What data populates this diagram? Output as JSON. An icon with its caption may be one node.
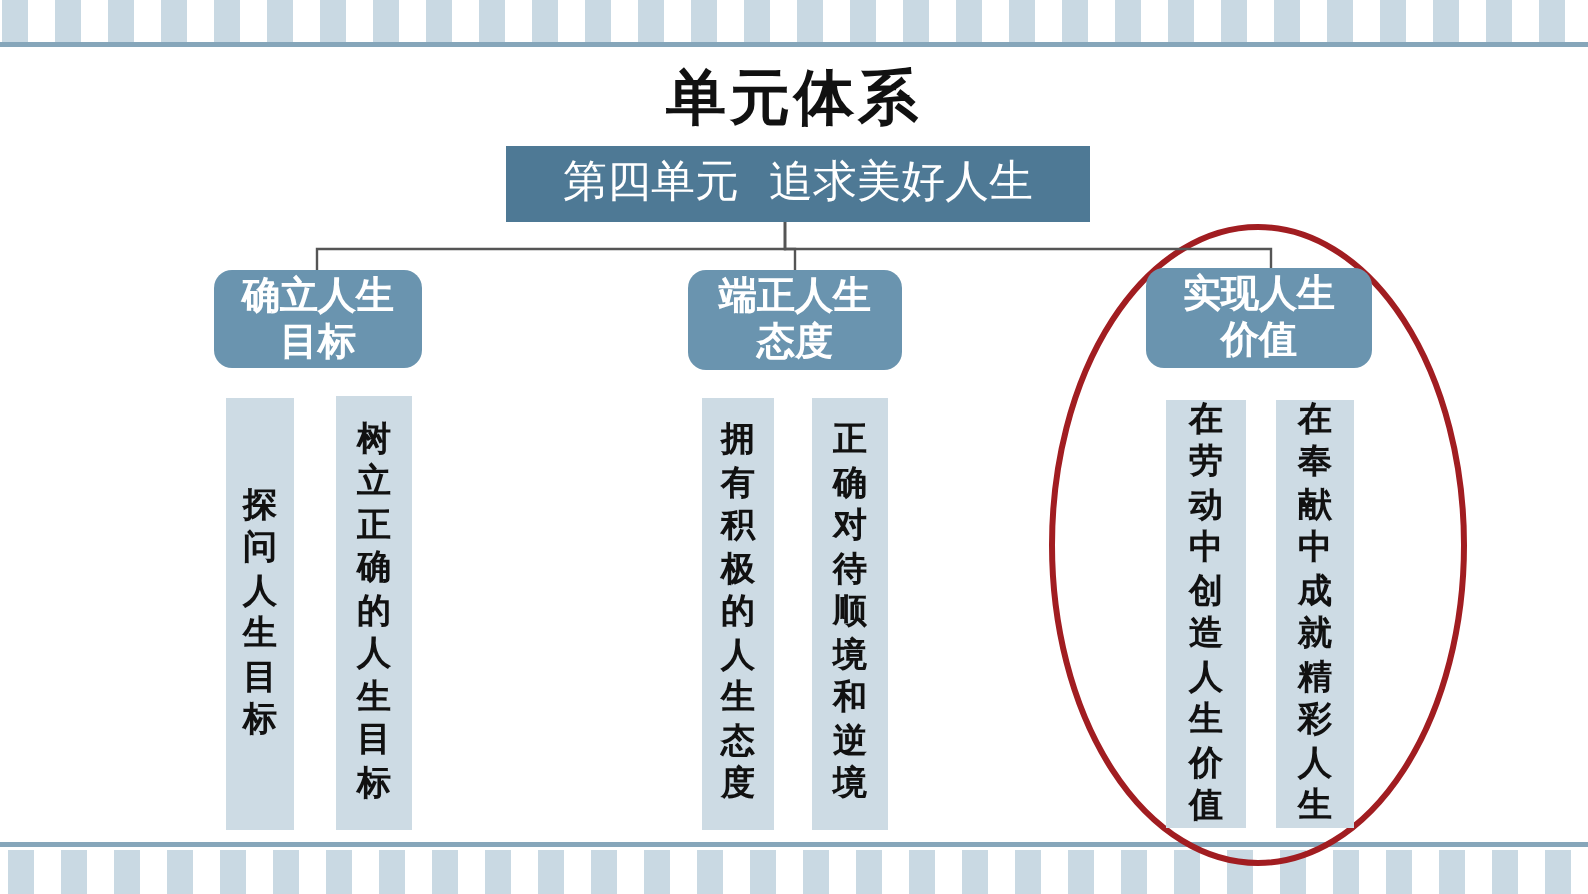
{
  "diagram": {
    "title": "单元体系",
    "nodes": [
      {
        "text": [
          "第四单元 追求美好人生"
        ]
      },
      {
        "text": [
          "确立人生目标"
        ]
      },
      {
        "text": [
          "端正人生态度"
        ]
      },
      {
        "text": [
          "实现人生价值"
        ]
      },
      {
        "text": [
          "探问人生目标"
        ]
      },
      {
        "text": [
          "树立正确的人生目标"
        ]
      },
      {
        "text": [
          "拥有积极的人生态度"
        ]
      },
      {
        "text": [
          "正确对待顺境和逆境"
        ]
      },
      {
        "text": [
          "在劳动中创造人生价值"
        ]
      },
      {
        "text": [
          "在奉献中成就精彩人生"
        ]
      }
    ],
    "edges": [
      {
        "from": 0,
        "to": 1,
        "arrow": "none"
      },
      {
        "from": 0,
        "to": 2,
        "arrow": "none"
      },
      {
        "from": 0,
        "to": 3,
        "arrow": "none"
      }
    ]
  }
}
